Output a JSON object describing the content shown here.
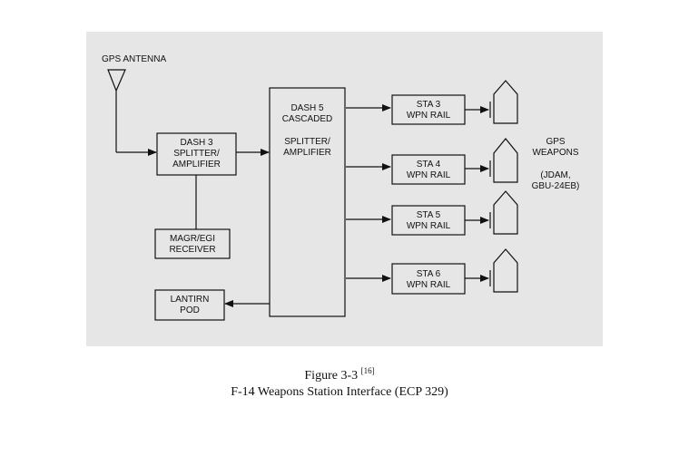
{
  "diagram": {
    "gps_antenna_label": "GPS ANTENNA",
    "dash3": [
      "DASH 3",
      "SPLITTER/",
      "AMPLIFIER"
    ],
    "magr": [
      "MAGR/EGI",
      "RECEIVER"
    ],
    "lantirn": [
      "LANTIRN",
      "POD"
    ],
    "dash5_top": [
      "DASH 5",
      "CASCADED"
    ],
    "dash5_bottom": [
      "SPLITTER/",
      "AMPLIFIER"
    ],
    "stations": [
      [
        "STA 3",
        "WPN RAIL"
      ],
      [
        "STA 4",
        "WPN RAIL"
      ],
      [
        "STA 5",
        "WPN RAIL"
      ],
      [
        "STA 6",
        "WPN RAIL"
      ]
    ],
    "gps_weapons": [
      "GPS",
      "WEAPONS"
    ],
    "weapons_detail": [
      "(JDAM,",
      "GBU-24EB)"
    ]
  },
  "caption": {
    "figure_label": "Figure 3-3",
    "reference": "[16]",
    "title": "F-14 Weapons Station Interface (ECP 329)"
  }
}
